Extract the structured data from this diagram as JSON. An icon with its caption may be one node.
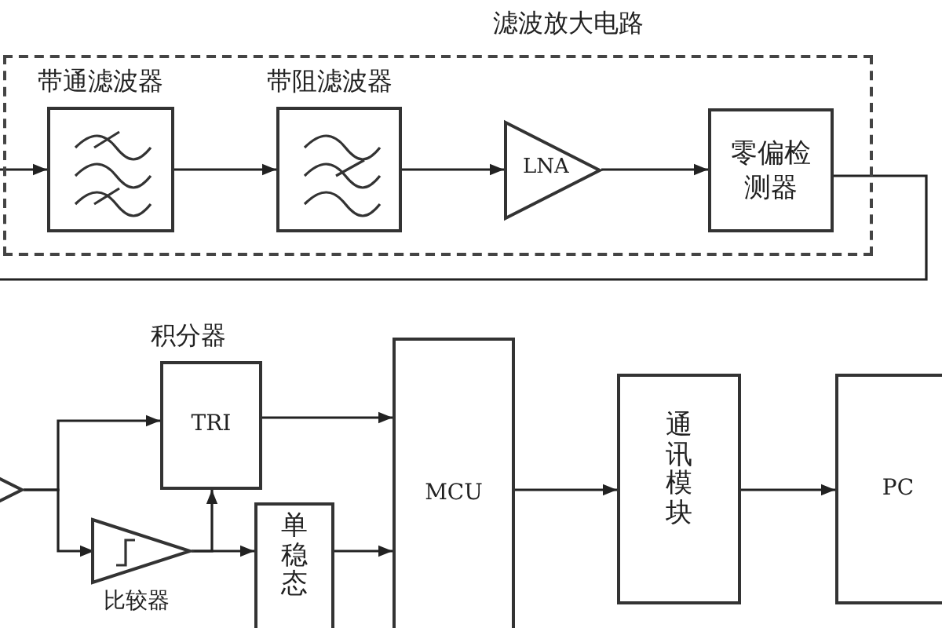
{
  "diagram": {
    "nodes": [
      {
        "text": [
          "滤波放大电路"
        ]
      },
      {
        "text": [],
        "shape": "box",
        "beside": [
          "带通滤波器"
        ],
        "in": 0
      },
      {
        "text": [],
        "shape": "box",
        "beside": [
          "带阻滤波器"
        ],
        "in": 0
      },
      {
        "text": [
          "LNA"
        ],
        "in": 0
      },
      {
        "text": [
          "零偏检测器"
        ],
        "in": 0
      },
      {
        "text": [],
        "shape": "triangle"
      },
      {
        "text": [
          "TRI"
        ],
        "beside": [
          "积分器"
        ]
      },
      {
        "text": [],
        "shape": "triangle",
        "beside": [
          "比较器"
        ]
      },
      {
        "text": [
          "单稳态"
        ]
      },
      {
        "text": [
          "MCU"
        ]
      },
      {
        "text": [
          "通讯模块"
        ]
      },
      {
        "text": [
          "PC"
        ]
      }
    ],
    "edges": [
      {
        "from": null,
        "to": 1,
        "arrow": "to"
      },
      {
        "from": 1,
        "to": 2,
        "arrow": "to"
      },
      {
        "from": 2,
        "to": 3,
        "arrow": "to"
      },
      {
        "from": 3,
        "to": 4,
        "arrow": "to"
      },
      {
        "from": 4,
        "to": null,
        "arrow": "none"
      },
      {
        "from": 5,
        "to": 6,
        "arrow": "to"
      },
      {
        "from": 5,
        "to": 7,
        "arrow": "to"
      },
      {
        "from": 7,
        "to": 6,
        "arrow": "to"
      },
      {
        "from": 7,
        "to": 8,
        "arrow": "to"
      },
      {
        "from": 6,
        "to": 9,
        "arrow": "to"
      },
      {
        "from": 8,
        "to": 9,
        "arrow": "to"
      },
      {
        "from": 9,
        "to": 10,
        "arrow": "to"
      },
      {
        "from": 10,
        "to": 11,
        "arrow": "to"
      }
    ]
  }
}
